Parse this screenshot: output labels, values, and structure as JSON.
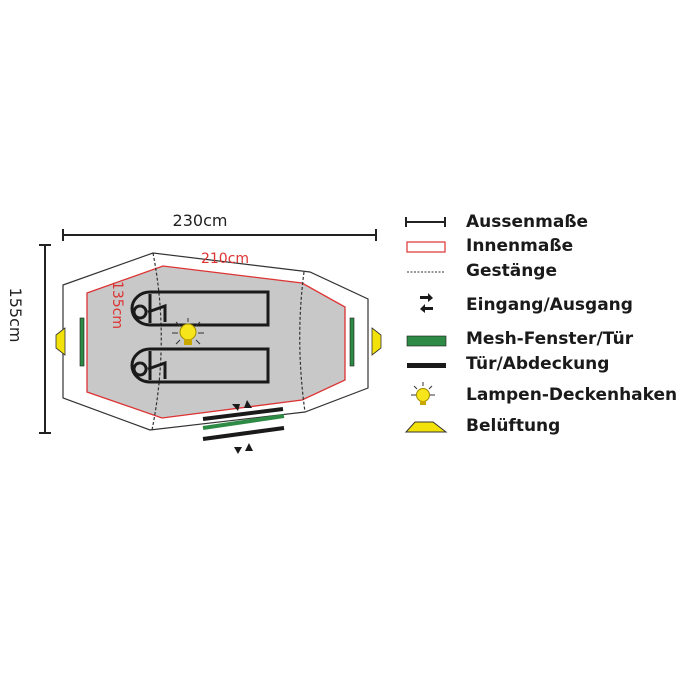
{
  "diagram": {
    "outer_length": "230cm",
    "outer_width": "155cm",
    "inner_length": "210cm",
    "inner_width": "135cm"
  },
  "legend": [
    {
      "icon": "dimension-line-icon",
      "label": "Aussenmaße"
    },
    {
      "icon": "red-outline-rect-icon",
      "label": "Innenmaße"
    },
    {
      "icon": "dashed-line-icon",
      "label": "Gestänge"
    },
    {
      "icon": "in-out-arrows-icon",
      "label": "Eingang/Ausgang"
    },
    {
      "icon": "green-bar-icon",
      "label": "Mesh-Fenster/Tür"
    },
    {
      "icon": "black-bar-icon",
      "label": "Tür/Abdeckung"
    },
    {
      "icon": "lightbulb-icon",
      "label": "Lampen-Deckenhaken"
    },
    {
      "icon": "vent-trapezoid-icon",
      "label": "Belüftung"
    }
  ],
  "colors": {
    "inner": "#d33",
    "mesh": "#2e8b45",
    "vent": "#f2e20a",
    "floor": "#c8c8c8"
  }
}
